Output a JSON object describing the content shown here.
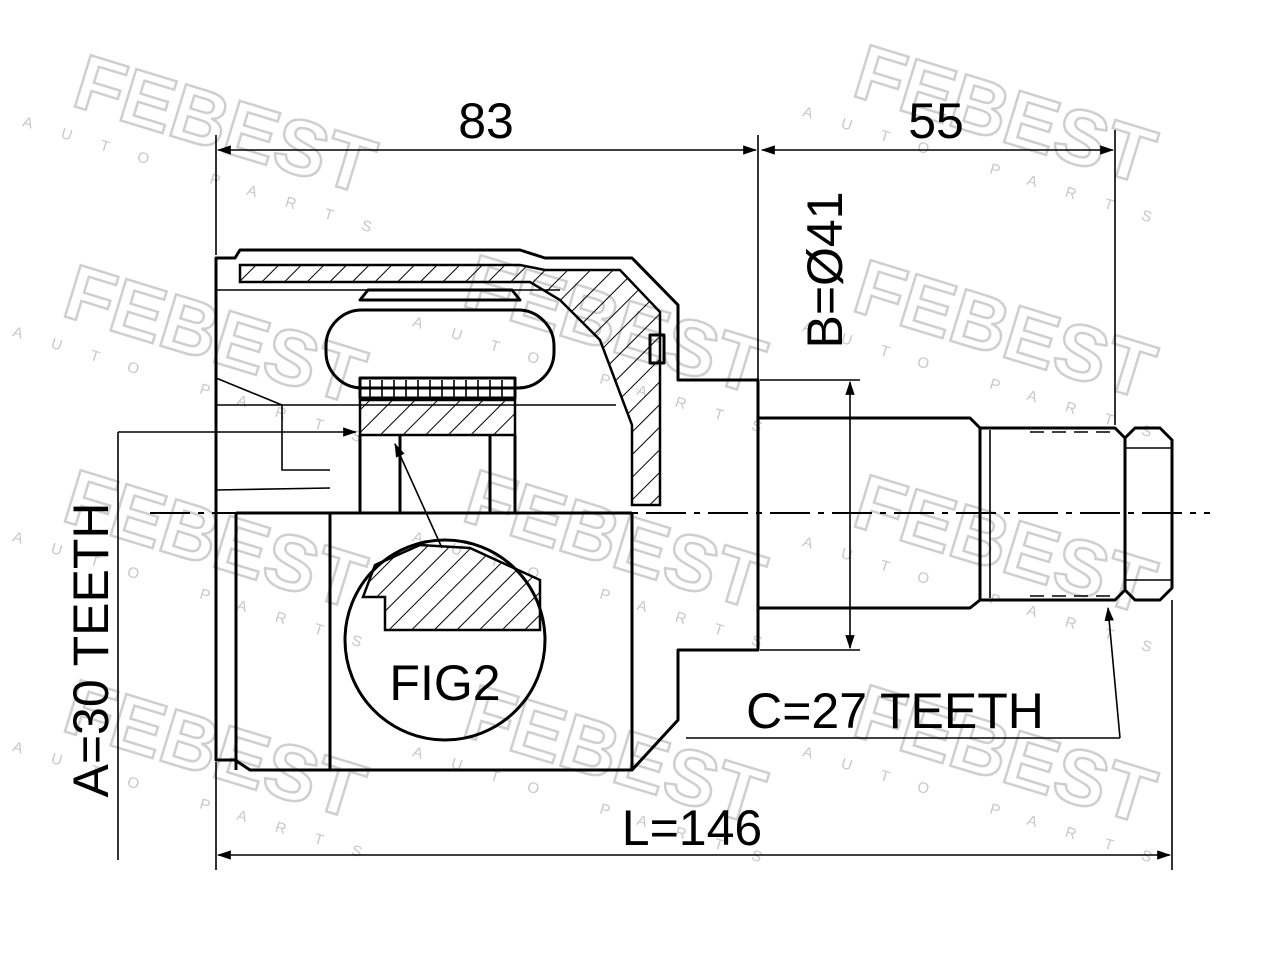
{
  "watermark": {
    "brand": "FEBEST",
    "tagline": "AUTO PARTS"
  },
  "dimensions": {
    "inner_length": "83",
    "shaft_length": "55",
    "diameter": "B=Ø41",
    "overall_length": "L=146",
    "outer_spline": "C=27 TEETH",
    "inner_spline": "A=30 TEETH",
    "detail_label": "FIG2"
  },
  "colors": {
    "line": "#000000",
    "watermark": "#cfcfcf"
  }
}
